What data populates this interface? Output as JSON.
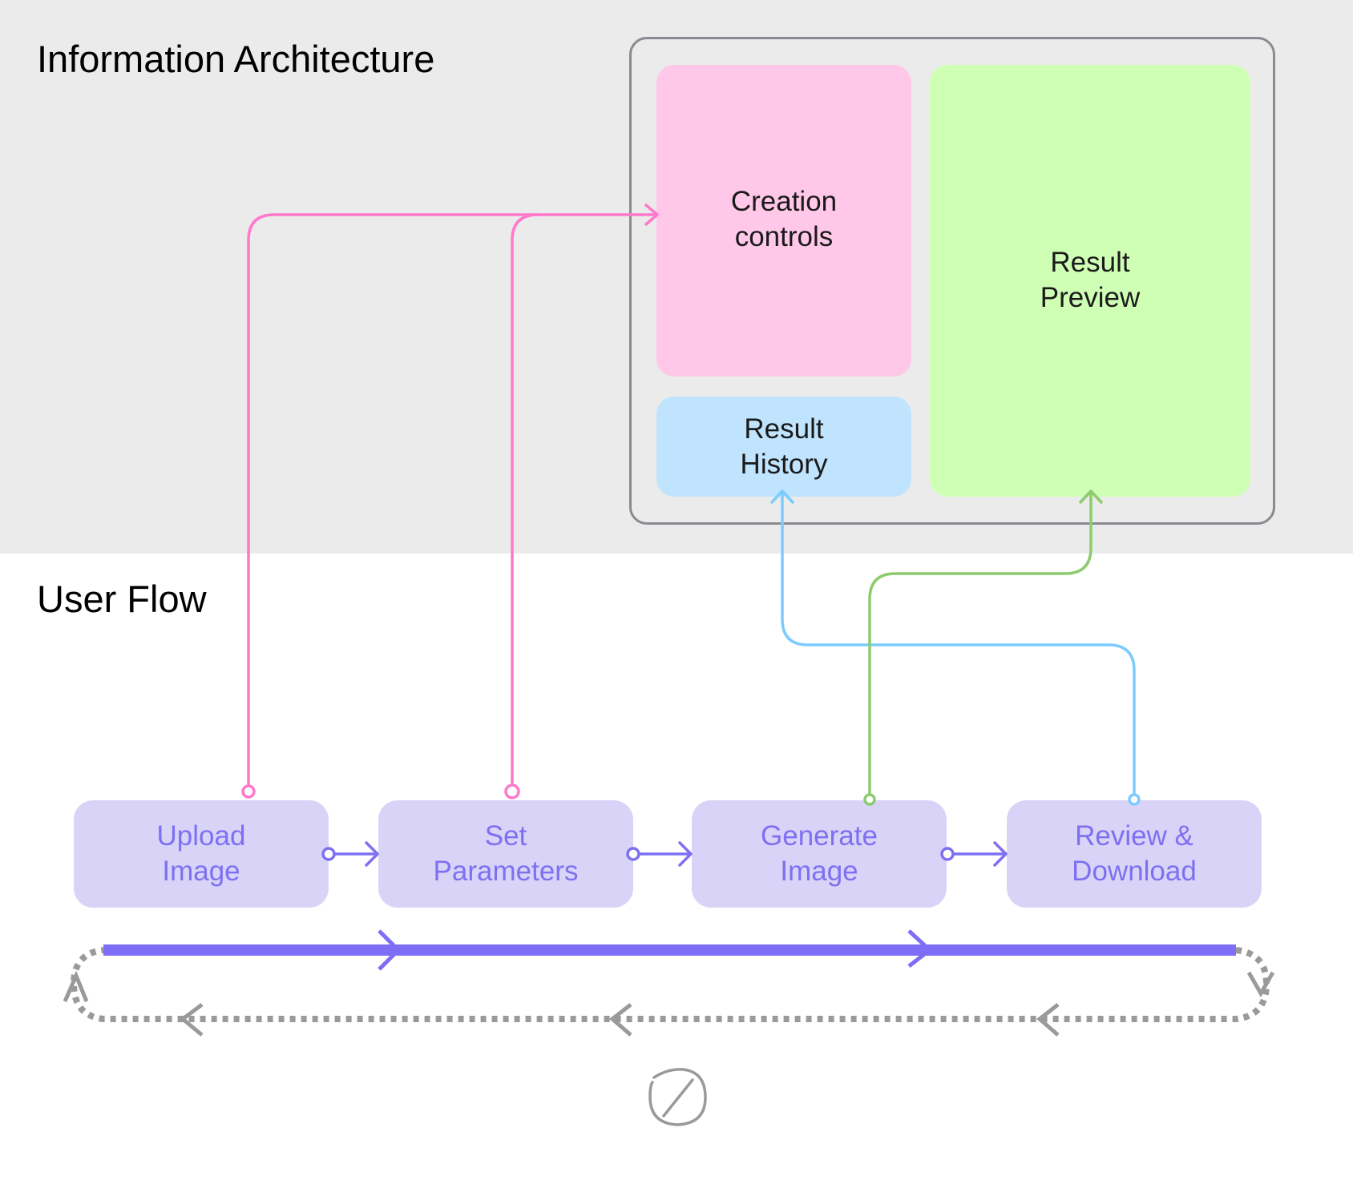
{
  "sections": {
    "information_architecture": {
      "title": "Information Architecture"
    },
    "user_flow": {
      "title": "User Flow"
    }
  },
  "ia_panels": [
    {
      "id": "creation",
      "label": "Creation\ncontrols",
      "color": "#ffc8e8"
    },
    {
      "id": "history",
      "label": "Result\nHistory",
      "color": "#c0e4fd"
    },
    {
      "id": "preview",
      "label": "Result\nPreview",
      "color": "#cfffb5"
    }
  ],
  "flow_steps": [
    {
      "label": "Upload\nImage"
    },
    {
      "label": "Set\nParameters"
    },
    {
      "label": "Generate\nImage"
    },
    {
      "label": "Review &\nDownload"
    }
  ],
  "connections": [
    {
      "from": "Upload Image",
      "to": "Creation controls",
      "color": "#ff78cc"
    },
    {
      "from": "Set Parameters",
      "to": "Creation controls",
      "color": "#ff78cc"
    },
    {
      "from": "Generate Image",
      "to": "Result Preview",
      "color": "#8ccc6e"
    },
    {
      "from": "Review & Download",
      "to": "Result History",
      "color": "#7ccbff"
    }
  ],
  "colors": {
    "band_bg": "#ebebeb",
    "frame_stroke": "#8a8a90",
    "step_bg": "#d9d3f8",
    "step_text": "#7e70f0",
    "flow_arrow": "#7e70f0",
    "main_path": "#7e6ef5",
    "loop_path": "#9a9a9a",
    "icon_stroke": "#9a9a9a"
  },
  "icons": {
    "bottom": "no-entry-slash-circle-icon"
  }
}
